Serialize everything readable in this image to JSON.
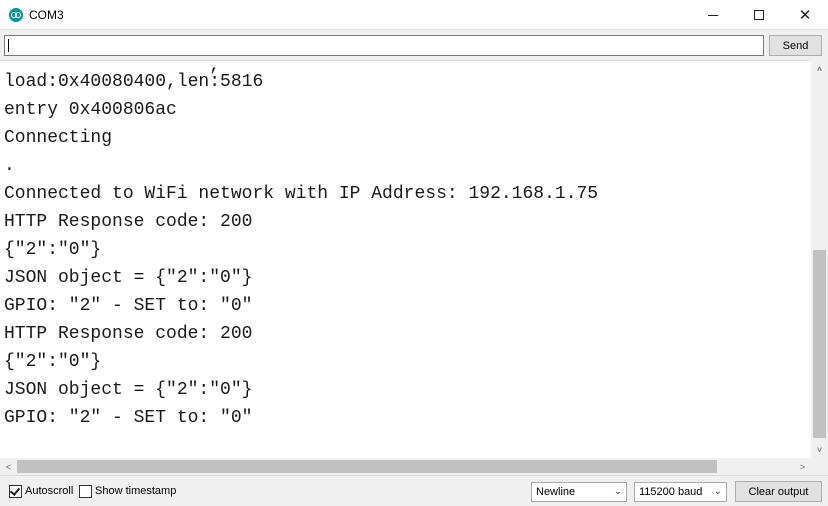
{
  "window": {
    "title": "COM3",
    "minimize_glyph": "",
    "close_glyph": "✕"
  },
  "toolbar": {
    "input_value": "",
    "send_label": "Send"
  },
  "console": {
    "lines": [
      "load:0x40080400,len:5816",
      "entry 0x400806ac",
      "Connecting",
      ".",
      "Connected to WiFi network with IP Address: 192.168.1.75",
      "HTTP Response code: 200",
      "{\"2\":\"0\"}",
      "JSON object = {\"2\":\"0\"}",
      "GPIO: \"2\" - SET to: \"0\"",
      "HTTP Response code: 200",
      "{\"2\":\"0\"}",
      "JSON object = {\"2\":\"0\"}",
      "GPIO: \"2\" - SET to: \"0\""
    ]
  },
  "scrollbars": {
    "up": "˄",
    "down": "˅",
    "left": "<",
    "right": ">"
  },
  "statusbar": {
    "autoscroll_label": "Autoscroll",
    "autoscroll_checked": true,
    "timestamp_label": "Show timestamp",
    "timestamp_checked": false,
    "line_ending": "Newline",
    "baud_rate": "115200 baud",
    "clear_label": "Clear output",
    "chevron": "⌄"
  }
}
